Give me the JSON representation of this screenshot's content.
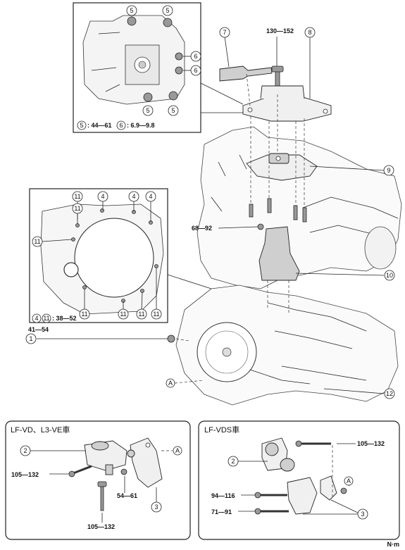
{
  "callouts": {
    "c1": "1",
    "c2a": "2",
    "c2b": "2",
    "c3a": "3",
    "c3b": "3",
    "c4a": "4",
    "c4b": "4",
    "c4c": "4",
    "c4leg": "4",
    "c5a": "5",
    "c5b": "5",
    "c5c": "5",
    "c5d": "5",
    "c5leg": "5",
    "c6a": "6",
    "c6b": "6",
    "c6leg": "6",
    "c7": "7",
    "c8": "8",
    "c9": "9",
    "c10": "10",
    "c11": "11",
    "c12": "12"
  },
  "torques": {
    "t_top_bolt": "130—152",
    "t_68_92": "68—92",
    "t_41_54": "41—54",
    "leg56_a": ": 44—61",
    "leg56_b": ": 6.9—9.8",
    "leg411": ": 38—52",
    "lf_105a": "105—132",
    "lf_105b": "105—132",
    "lf_54_61": "54—61",
    "vds_105": "105—132",
    "vds_94": "94—116",
    "vds_71": "71—91"
  },
  "ref_a": "A",
  "panel_lf_vd": "LF-VD、L3-VE車",
  "panel_lf_vds": "LF-VDS車",
  "unit": "N·m"
}
